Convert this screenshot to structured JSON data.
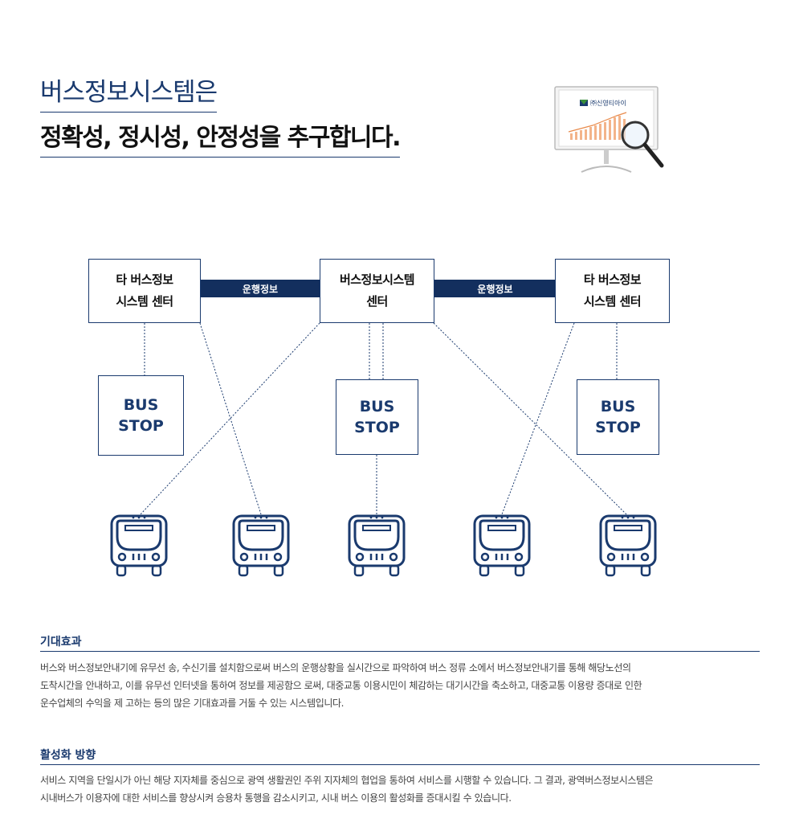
{
  "heading": {
    "line1": "버스정보시스템은",
    "line2": "정확성, 정시성, 안정성을 추구합니다."
  },
  "monitor_logo": "㈜신영티아이",
  "diagram": {
    "left_center": [
      "타 버스정보",
      "시스템 센터"
    ],
    "main_center": [
      "버스정보시스템",
      "센터"
    ],
    "right_center": [
      "타 버스정보",
      "시스템 센터"
    ],
    "link_left": "운행정보",
    "link_right": "운행정보",
    "bus_stop": [
      "BUS",
      "STOP"
    ]
  },
  "sections": [
    {
      "title": "기대효과",
      "lines": [
        "버스와 버스정보안내기에 유무선 송, 수신기를 설치함으로써 버스의 운행상황을 실시간으로 파악하여 버스 정류 소에서 버스정보안내기를 통해  해당노선의",
        "도착시간을 안내하고, 이를 유무선 인터넷을 통하여 정보를 제공함으 로써, 대중교통 이용시민이 체감하는 대기시간을 축소하고,  대중교통 이용량 증대로 인한",
        "운수업체의 수익을 제 고하는 등의 많은 기대효과를 거둘 수 있는 시스템입니다."
      ]
    },
    {
      "title": "활성화 방향",
      "lines": [
        "서비스 지역을 단일시가 아닌  해당 지자체를 중심으로 광역 생활권인 주위 지자체의 협업을 통하여 서비스를 시행할 수 있습니다.  그 결과, 광역버스정보시스템은",
        "시내버스가  이용자에 대한 서비스를 향상시켜 승용차 통행을 감소시키고, 시내 버스 이용의 활성화를  증대시킬 수 있습니다."
      ]
    }
  ],
  "colors": {
    "navy": "#1a3a6e",
    "bar": "#132f5e"
  }
}
